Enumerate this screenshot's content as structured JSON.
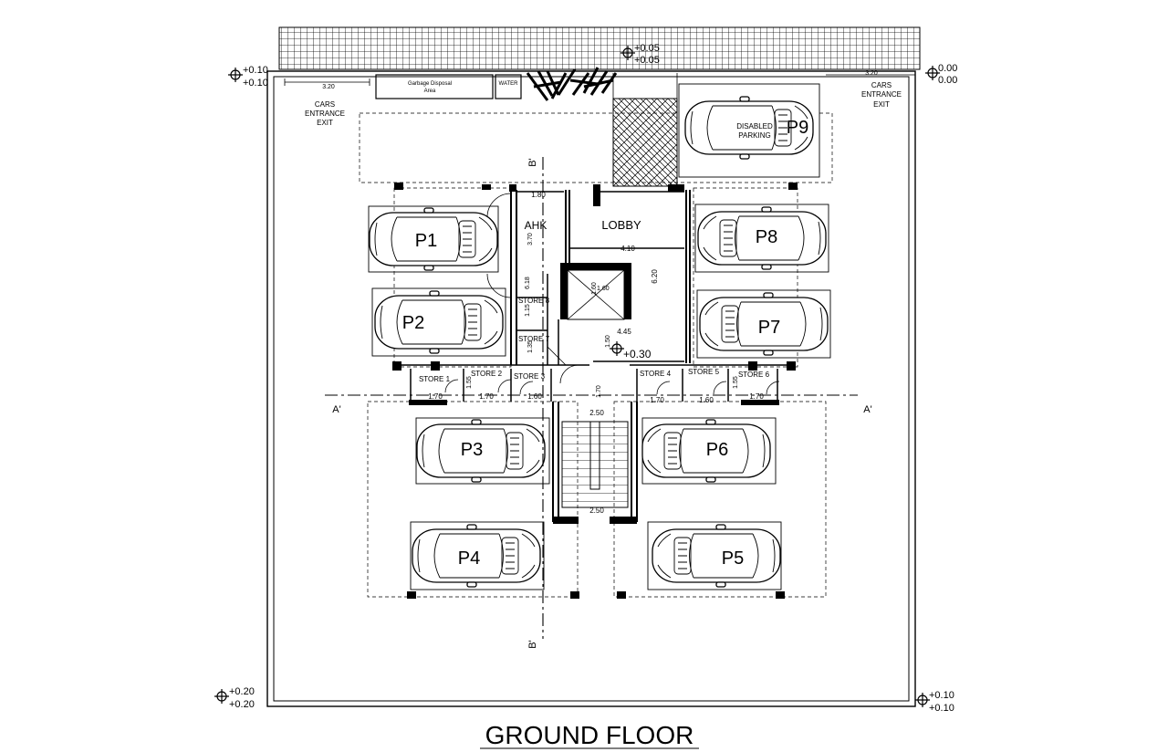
{
  "title": "GROUND FLOOR",
  "levels": {
    "top_left": [
      "+0.10",
      "+0.10"
    ],
    "top_right": [
      "0.00",
      "0.00"
    ],
    "bottom_left": [
      "+0.20",
      "+0.20"
    ],
    "bottom_right": [
      "+0.10",
      "+0.10"
    ],
    "top_center": [
      "+0.05",
      "+0.05"
    ],
    "lobby": "+0.30"
  },
  "labels": {
    "cars_entrance_exit": [
      "CARS",
      "ENTRANCE",
      "EXIT"
    ],
    "garbage": [
      "Garbage Disposal",
      "Area"
    ],
    "water": "WATER",
    "lobby": "LOBBY",
    "ahk": "AHK",
    "disabled_parking": [
      "DISABLED",
      "PARKING"
    ],
    "section_a": "A'",
    "section_b": "B'"
  },
  "parking_spaces": [
    "P1",
    "P2",
    "P3",
    "P4",
    "P5",
    "P6",
    "P7",
    "P8",
    "P9"
  ],
  "stores": [
    "STORE 1",
    "STORE 2",
    "STORE 3",
    "STORE 4",
    "STORE 5",
    "STORE 6",
    "STORE 7",
    "STORE 8"
  ],
  "dimensions": {
    "d320a": "3.20",
    "d320b": "3.20",
    "d180": "1.80",
    "d370": "3.70",
    "d410": "4.10",
    "d620": "6.20",
    "d618": "6.18",
    "d160lift": "1.60",
    "d445": "4.45",
    "d150": "1.50",
    "d155a": "1.55",
    "d155b": "1.55",
    "d135": "1.35",
    "d115": "1.15",
    "d170a": "1.70",
    "d170b": "1.70",
    "d160a": "1.60",
    "d170c": "1.70",
    "d160b": "1.60",
    "d170d": "1.70",
    "d170e": "1.70",
    "d250a": "2.50",
    "d250b": "2.50"
  }
}
